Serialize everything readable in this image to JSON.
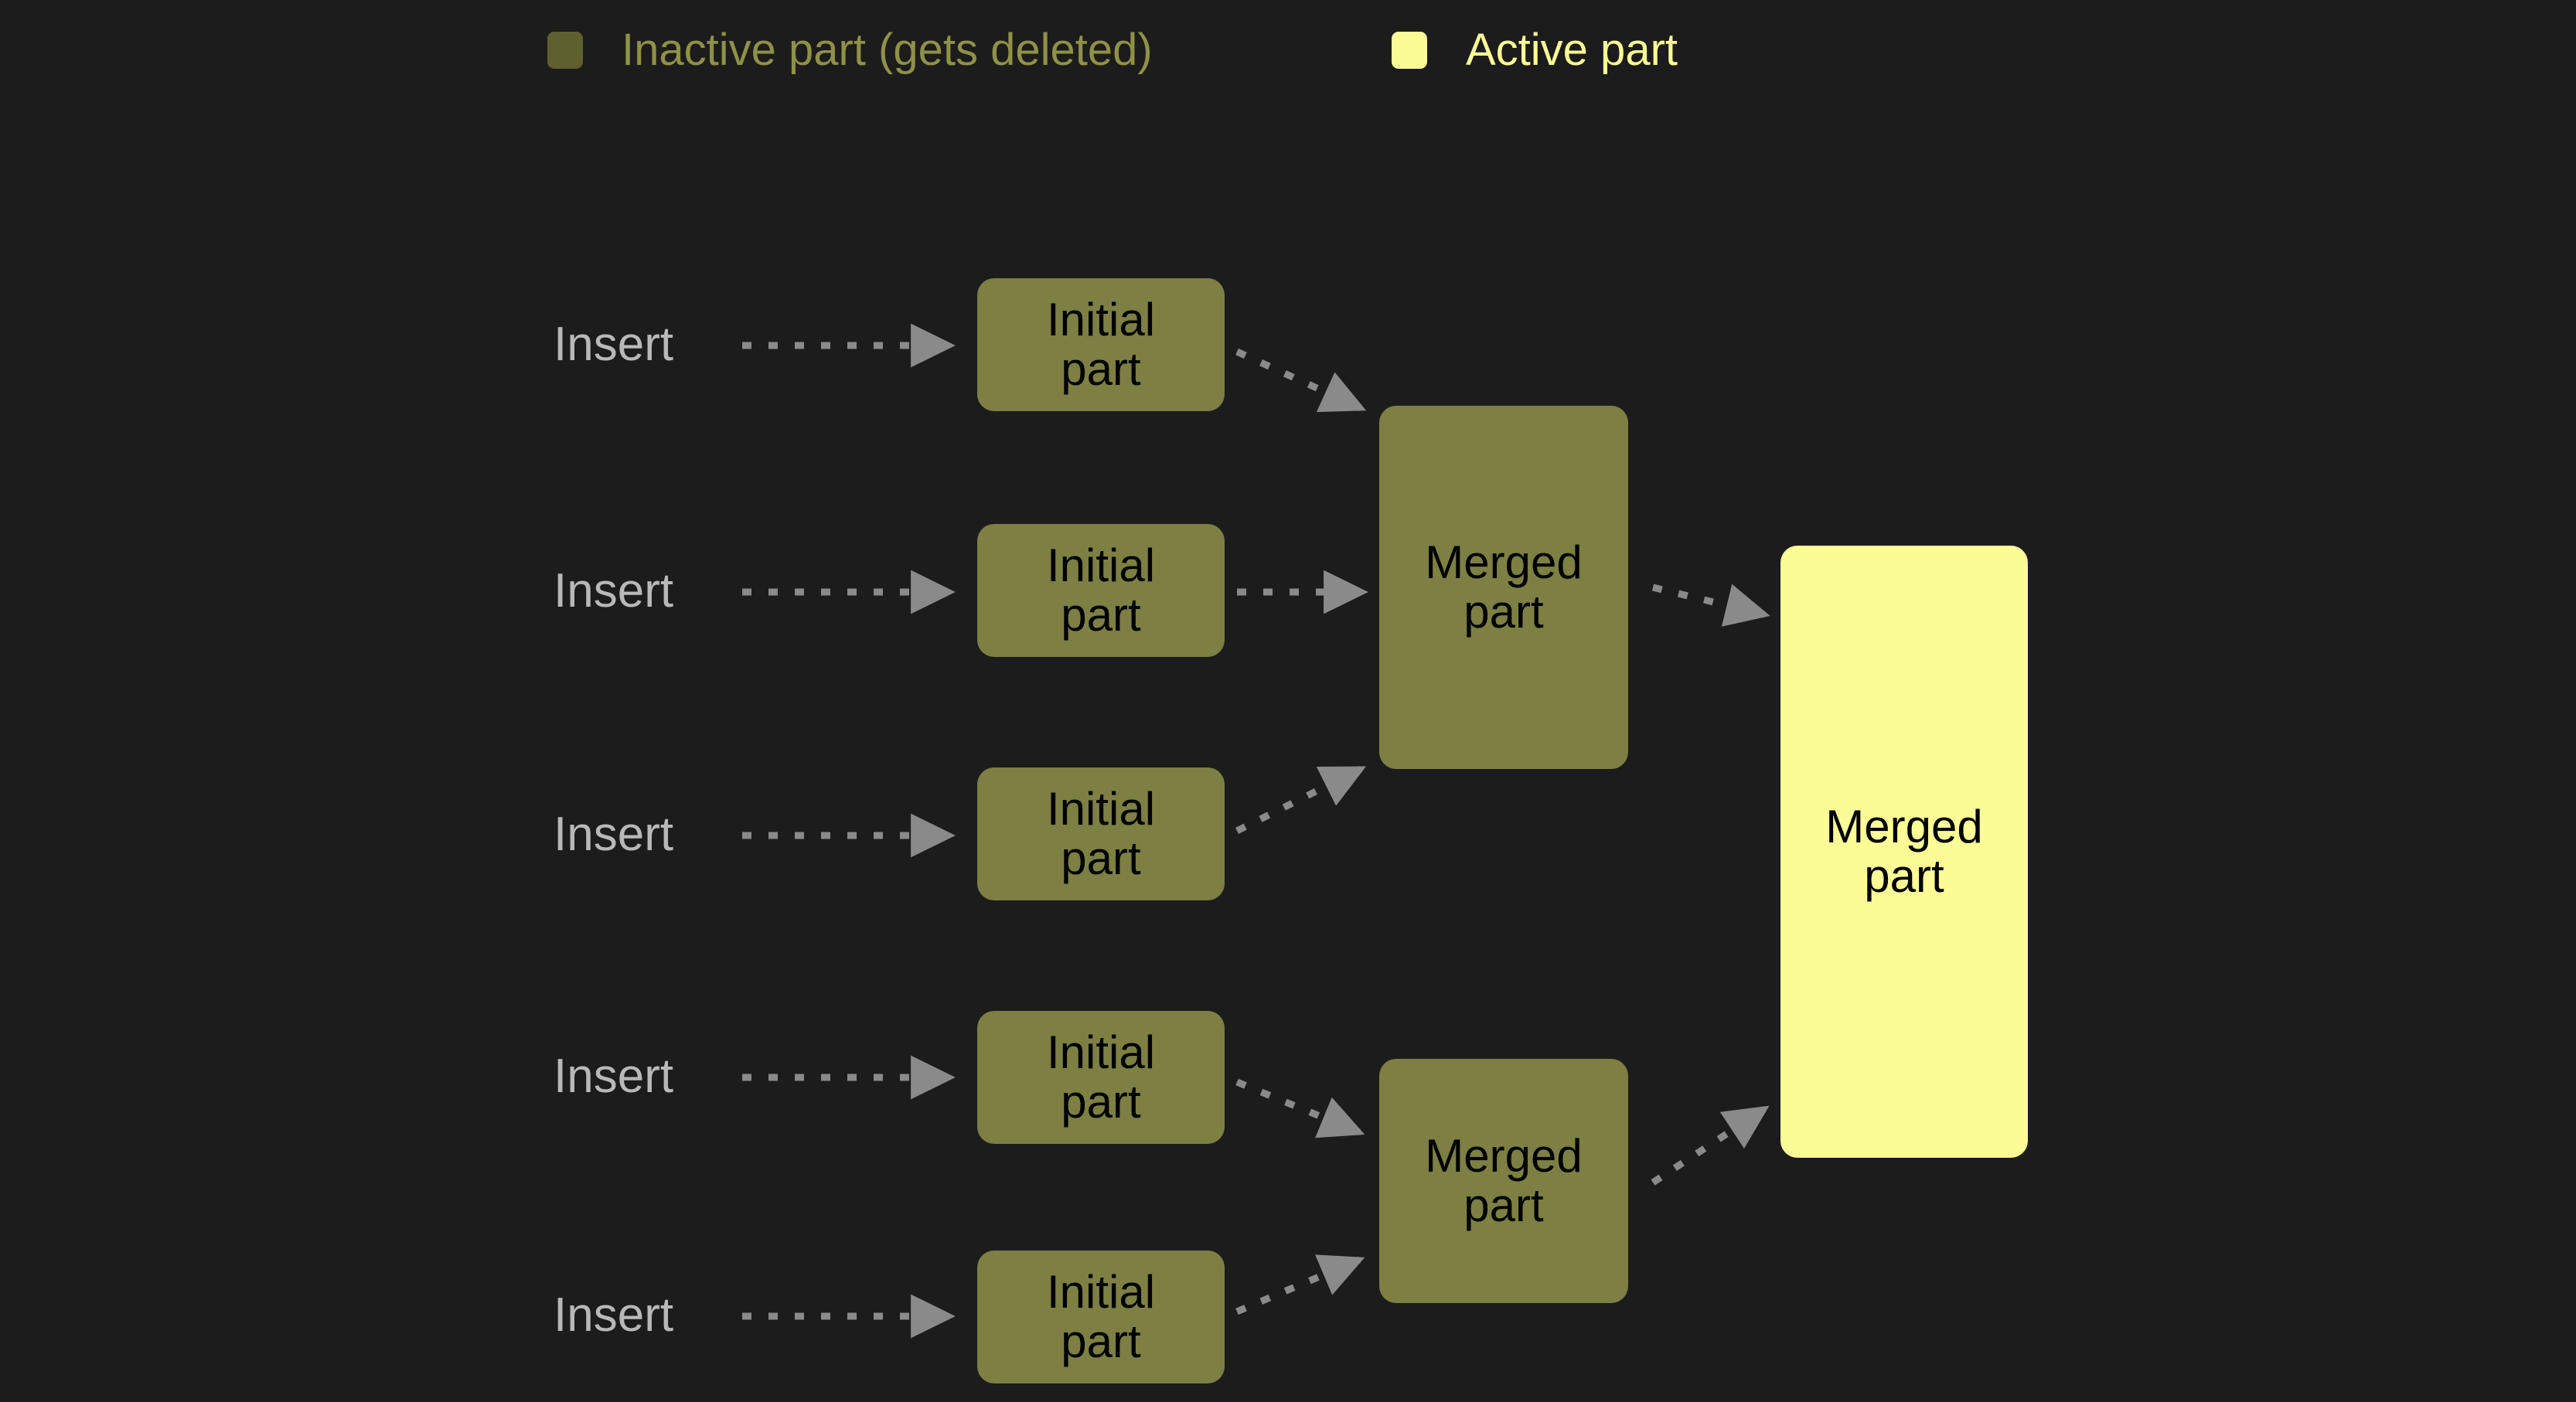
{
  "background_color": "#1c1c1c",
  "legend": {
    "items": [
      {
        "id": "inactive",
        "label": "Inactive part (gets deleted)",
        "swatch_color": "#5e602f",
        "text_color": "#8f9147"
      },
      {
        "id": "active",
        "label": "Active part",
        "swatch_color": "#fcfc96",
        "text_color": "#fcfc96"
      }
    ]
  },
  "diagram": {
    "type": "flow",
    "edge_style": "dotted-arrow",
    "edge_color": "#8a8a8a",
    "insert_labels": [
      {
        "id": "insert-1",
        "text": "Insert"
      },
      {
        "id": "insert-2",
        "text": "Insert"
      },
      {
        "id": "insert-3",
        "text": "Insert"
      },
      {
        "id": "insert-4",
        "text": "Insert"
      },
      {
        "id": "insert-5",
        "text": "Insert"
      }
    ],
    "nodes": [
      {
        "id": "initial-1",
        "label": "Initial\npart",
        "state": "inactive"
      },
      {
        "id": "initial-2",
        "label": "Initial\npart",
        "state": "inactive"
      },
      {
        "id": "initial-3",
        "label": "Initial\npart",
        "state": "inactive"
      },
      {
        "id": "initial-4",
        "label": "Initial\npart",
        "state": "inactive"
      },
      {
        "id": "initial-5",
        "label": "Initial\npart",
        "state": "inactive"
      },
      {
        "id": "merged-top",
        "label": "Merged\npart",
        "state": "inactive"
      },
      {
        "id": "merged-bottom",
        "label": "Merged\npart",
        "state": "inactive"
      },
      {
        "id": "merged-active",
        "label": "Merged\npart",
        "state": "active"
      }
    ],
    "edges": [
      {
        "from": "insert-1",
        "to": "initial-1"
      },
      {
        "from": "insert-2",
        "to": "initial-2"
      },
      {
        "from": "insert-3",
        "to": "initial-3"
      },
      {
        "from": "insert-4",
        "to": "initial-4"
      },
      {
        "from": "insert-5",
        "to": "initial-5"
      },
      {
        "from": "initial-1",
        "to": "merged-top"
      },
      {
        "from": "initial-2",
        "to": "merged-top"
      },
      {
        "from": "initial-3",
        "to": "merged-top"
      },
      {
        "from": "initial-4",
        "to": "merged-bottom"
      },
      {
        "from": "initial-5",
        "to": "merged-bottom"
      },
      {
        "from": "merged-top",
        "to": "merged-active"
      },
      {
        "from": "merged-bottom",
        "to": "merged-active"
      }
    ]
  }
}
